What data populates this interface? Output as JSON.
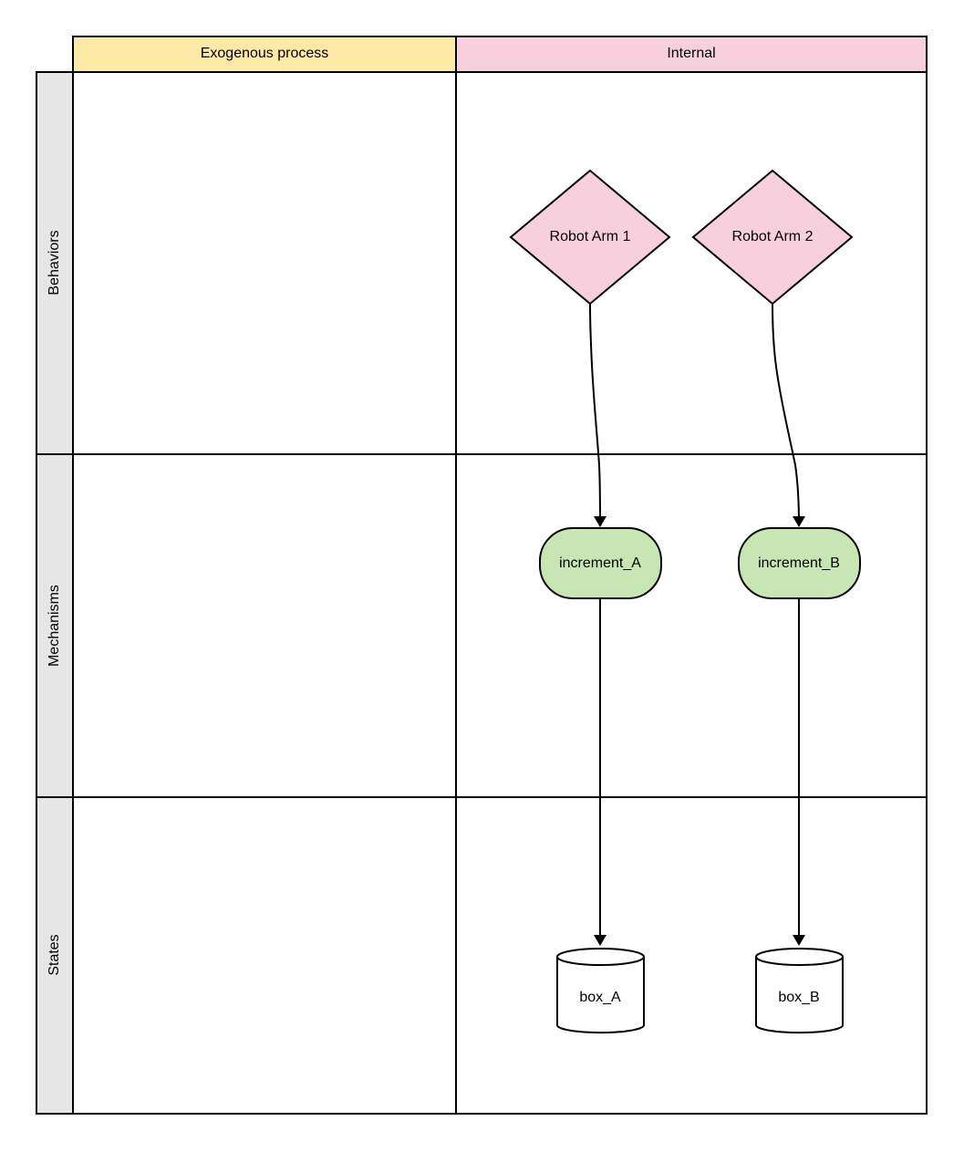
{
  "columns": {
    "exogenous": {
      "label": "Exogenous process",
      "color": "#fee9a6"
    },
    "internal": {
      "label": "Internal",
      "color": "#f8d0dd"
    }
  },
  "rows": {
    "behaviors": {
      "label": "Behaviors"
    },
    "mechanisms": {
      "label": "Mechanisms"
    },
    "states": {
      "label": "States"
    }
  },
  "nodes": {
    "robot_arm_1": {
      "label": "Robot Arm 1",
      "shape": "diamond",
      "color": "#f8d0dd"
    },
    "robot_arm_2": {
      "label": "Robot Arm 2",
      "shape": "diamond",
      "color": "#f8d0dd"
    },
    "increment_a": {
      "label": "increment_A",
      "shape": "terminator",
      "color": "#c8e6b4"
    },
    "increment_b": {
      "label": "increment_B",
      "shape": "terminator",
      "color": "#c8e6b4"
    },
    "box_a": {
      "label": "box_A",
      "shape": "cylinder",
      "color": "#ffffff"
    },
    "box_b": {
      "label": "box_B",
      "shape": "cylinder",
      "color": "#ffffff"
    }
  },
  "edges": [
    {
      "from": "Robot Arm 1",
      "to": "increment_A"
    },
    {
      "from": "Robot Arm 2",
      "to": "increment_B"
    },
    {
      "from": "increment_A",
      "to": "box_A"
    },
    {
      "from": "increment_B",
      "to": "box_B"
    }
  ],
  "row_header_color": "#e6e6e6"
}
